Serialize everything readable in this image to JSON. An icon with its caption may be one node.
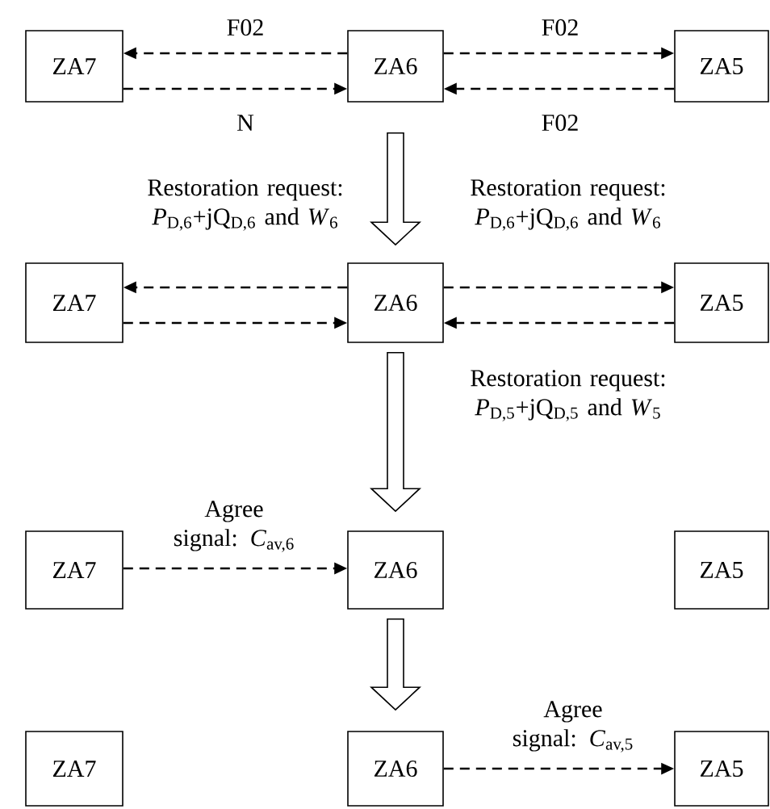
{
  "diagram": {
    "nodes": [
      {
        "text": [
          "ZA7"
        ]
      },
      {
        "text": [
          "ZA6"
        ]
      },
      {
        "text": [
          "ZA5"
        ]
      },
      {
        "text": [
          "ZA7"
        ]
      },
      {
        "text": [
          "ZA6"
        ]
      },
      {
        "text": [
          "ZA5"
        ]
      },
      {
        "text": [
          "ZA7"
        ]
      },
      {
        "text": [
          "ZA6"
        ]
      },
      {
        "text": [
          "ZA5"
        ]
      },
      {
        "text": [
          "ZA7"
        ]
      },
      {
        "text": [
          "ZA6"
        ]
      },
      {
        "text": [
          "ZA5"
        ]
      }
    ],
    "edges": [
      {
        "from": 1,
        "to": 0,
        "arrow": "to",
        "style": "dashed",
        "label": "F02"
      },
      {
        "from": 1,
        "to": 2,
        "arrow": "to",
        "style": "dashed",
        "label": "F02"
      },
      {
        "from": 0,
        "to": 1,
        "arrow": "to",
        "style": "dashed",
        "label": "N"
      },
      {
        "from": 2,
        "to": 1,
        "arrow": "to",
        "style": "dashed",
        "label": "F02"
      },
      {
        "from": 4,
        "to": 3,
        "arrow": "to",
        "style": "dashed"
      },
      {
        "from": 4,
        "to": 5,
        "arrow": "to",
        "style": "dashed"
      },
      {
        "from": 3,
        "to": 4,
        "arrow": "to",
        "style": "dashed"
      },
      {
        "from": 5,
        "to": 4,
        "arrow": "to",
        "style": "dashed"
      },
      {
        "from": 1,
        "to": 4,
        "arrow": "to"
      },
      {
        "from": 4,
        "to": 7,
        "arrow": "to"
      },
      {
        "from": 6,
        "to": 7,
        "arrow": "to",
        "style": "dashed",
        "label": "Agree signal: *C*$_{av,6}$"
      },
      {
        "from": 7,
        "to": 10,
        "arrow": "to"
      },
      {
        "from": 10,
        "to": 11,
        "arrow": "to",
        "style": "dashed",
        "label": "Agree signal: *C*$_{av,5}$"
      }
    ],
    "labels": [
      "Restoration request: *P*$_{D,6}$+jQ$_{D,6}$ and *W*$_{6}$",
      "Restoration request: *P*$_{D,6}$+jQ$_{D,6}$ and *W*$_{6}$",
      "Restoration request: *P*$_{D,5}$+jQ$_{D,5}$ and *W*$_{5}$"
    ]
  }
}
